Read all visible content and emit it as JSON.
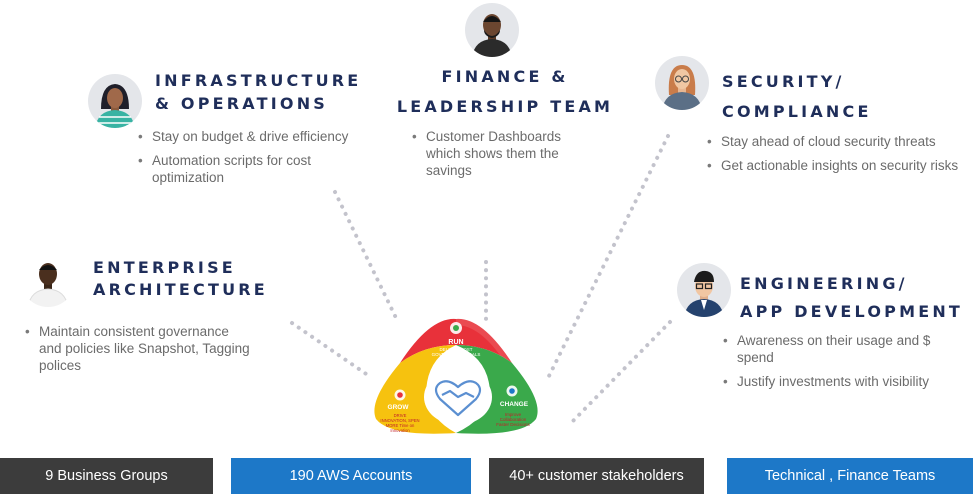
{
  "groups": {
    "infra": {
      "title_line1": "INFRASTRUCTURE",
      "title_line2": "& OPERATIONS",
      "bullets": [
        "Stay on budget & drive efficiency",
        "Automation scripts for cost optimization"
      ]
    },
    "finance": {
      "title_line1": "FINANCE &",
      "title_line2": "LEADERSHIP TEAM",
      "bullets": [
        "Customer Dashboards which shows them the savings"
      ]
    },
    "security": {
      "title_line1": "SECURITY/",
      "title_line2": "COMPLIANCE",
      "bullets": [
        "Stay ahead of cloud security threats",
        "Get actionable insights on security risks"
      ]
    },
    "enterprise": {
      "title_line1": "ENTERPRISE",
      "title_line2": "ARCHITECTURE",
      "bullets": [
        "Maintain consistent governance and policies like Snapshot, Tagging polices"
      ]
    },
    "engineering": {
      "title_line1": "ENGINEERING/",
      "title_line2": "APP DEVELOPMENT",
      "bullets": [
        "Awareness on their usage and $ spend",
        "Justify investments with visibility"
      ]
    }
  },
  "cycle": {
    "run": {
      "title": "RUN",
      "line1": "DELIVER COST",
      "line2": "GOVERNANCE GOALS"
    },
    "grow": {
      "title": "GROW",
      "line1": "DRIVE",
      "line2": "INNOVATION, SPEN",
      "line3": "MORE Time on",
      "line4": "Innovation"
    },
    "change": {
      "title": "CHANGE",
      "line1": "Improve",
      "line2": "Collaboration",
      "line3": "Faster Decisions"
    },
    "colors": {
      "run": "#e8313a",
      "grow": "#f6c20f",
      "change": "#3aa94b",
      "center": "#5b8fd1"
    }
  },
  "footer": {
    "business_groups": "9 Business Groups",
    "aws_accounts": "190 AWS Accounts",
    "stakeholders": "40+  customer stakeholders",
    "teams": "Technical , Finance Teams"
  }
}
